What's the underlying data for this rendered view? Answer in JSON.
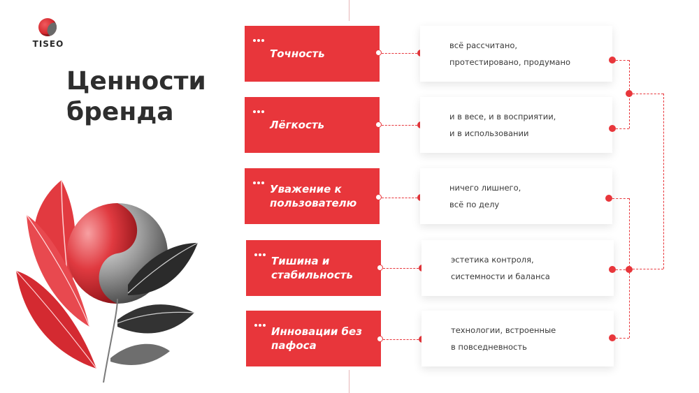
{
  "brand": {
    "logo_text": "TISEO"
  },
  "title": "Ценности бренда",
  "values": [
    {
      "label": "Точность",
      "description": "всё рассчитано,\nпротестировано, продумано"
    },
    {
      "label": "Лёгкость",
      "description": "и в весе, и в восприятии,\nи в использовании"
    },
    {
      "label": "Уважение к пользователю",
      "description": "ничего лишнего,\nвсё по делу"
    },
    {
      "label": "Тишина и стабильность",
      "description": "эстетика контроля,\nсистемности и баланса"
    },
    {
      "label": "Инновации без пафоса",
      "description": "технологии, встроенные\nв повседневность"
    }
  ],
  "colors": {
    "accent": "#e8363b",
    "text": "#2e2e2e",
    "dark_leaf": "#2b2b2b"
  },
  "icons": {
    "logo": "tiseo-sphere-logo-icon",
    "illustration": "red-black-flower-sphere-icon"
  }
}
